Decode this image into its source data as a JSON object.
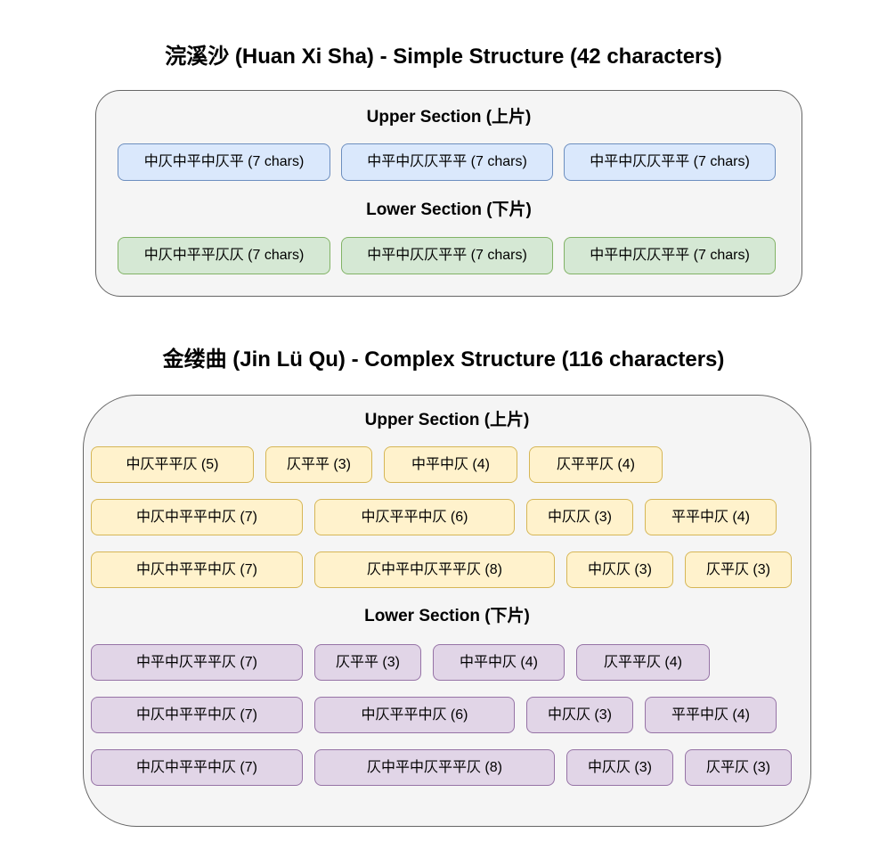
{
  "colors": {
    "blue_fill": "#dae8fc",
    "blue_border": "#6c8ebf",
    "green_fill": "#d5e8d4",
    "green_border": "#82b366",
    "yellow_fill": "#fff2cc",
    "yellow_border": "#d6b656",
    "purple_fill": "#e1d5e7",
    "purple_border": "#9673a6",
    "container_fill": "#f5f5f5",
    "container_border": "#666666"
  },
  "simple": {
    "title": "浣溪沙 (Huan Xi Sha) - Simple Structure (42 characters)",
    "upper": {
      "label": "Upper Section (上片)",
      "boxes": [
        "中仄中平中仄平 (7 chars)",
        "中平中仄仄平平 (7 chars)",
        "中平中仄仄平平 (7 chars)"
      ]
    },
    "lower": {
      "label": "Lower Section (下片)",
      "boxes": [
        "中仄中平平仄仄 (7 chars)",
        "中平中仄仄平平 (7 chars)",
        "中平中仄仄平平 (7 chars)"
      ]
    }
  },
  "complex": {
    "title": "金缕曲 (Jin Lü Qu) - Complex Structure (116 characters)",
    "upper": {
      "label": "Upper Section (上片)",
      "rows": [
        [
          "中仄平平仄 (5)",
          "仄平平 (3)",
          "中平中仄 (4)",
          "仄平平仄 (4)"
        ],
        [
          "中仄中平平中仄 (7)",
          "中仄平平中仄 (6)",
          "中仄仄 (3)",
          "平平中仄 (4)"
        ],
        [
          "中仄中平平中仄 (7)",
          "仄中平中仄平平仄 (8)",
          "中仄仄 (3)",
          "仄平仄 (3)"
        ]
      ]
    },
    "lower": {
      "label": "Lower Section (下片)",
      "rows": [
        [
          "中平中仄平平仄 (7)",
          "仄平平 (3)",
          "中平中仄 (4)",
          "仄平平仄 (4)"
        ],
        [
          "中仄中平平中仄 (7)",
          "中仄平平中仄 (6)",
          "中仄仄 (3)",
          "平平中仄 (4)"
        ],
        [
          "中仄中平平中仄 (7)",
          "仄中平中仄平平仄 (8)",
          "中仄仄 (3)",
          "仄平仄 (3)"
        ]
      ]
    }
  }
}
